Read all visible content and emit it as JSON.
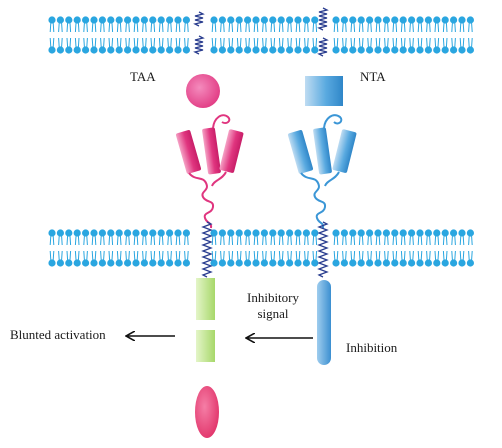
{
  "labels": {
    "taa": "TAA",
    "nta": "NTA",
    "blunted_activation": "Blunted activation",
    "inhibitory_signal": "Inhibitory signal",
    "inhibition": "Inhibition"
  },
  "colors": {
    "membrane": "#2aa6e0",
    "taa_receptor": "#e0357f",
    "nta_receptor": "#4a9fd8",
    "signal_domain": "#b7df7a",
    "downstream_oval": "#e8356f",
    "arrow": "#111111"
  }
}
